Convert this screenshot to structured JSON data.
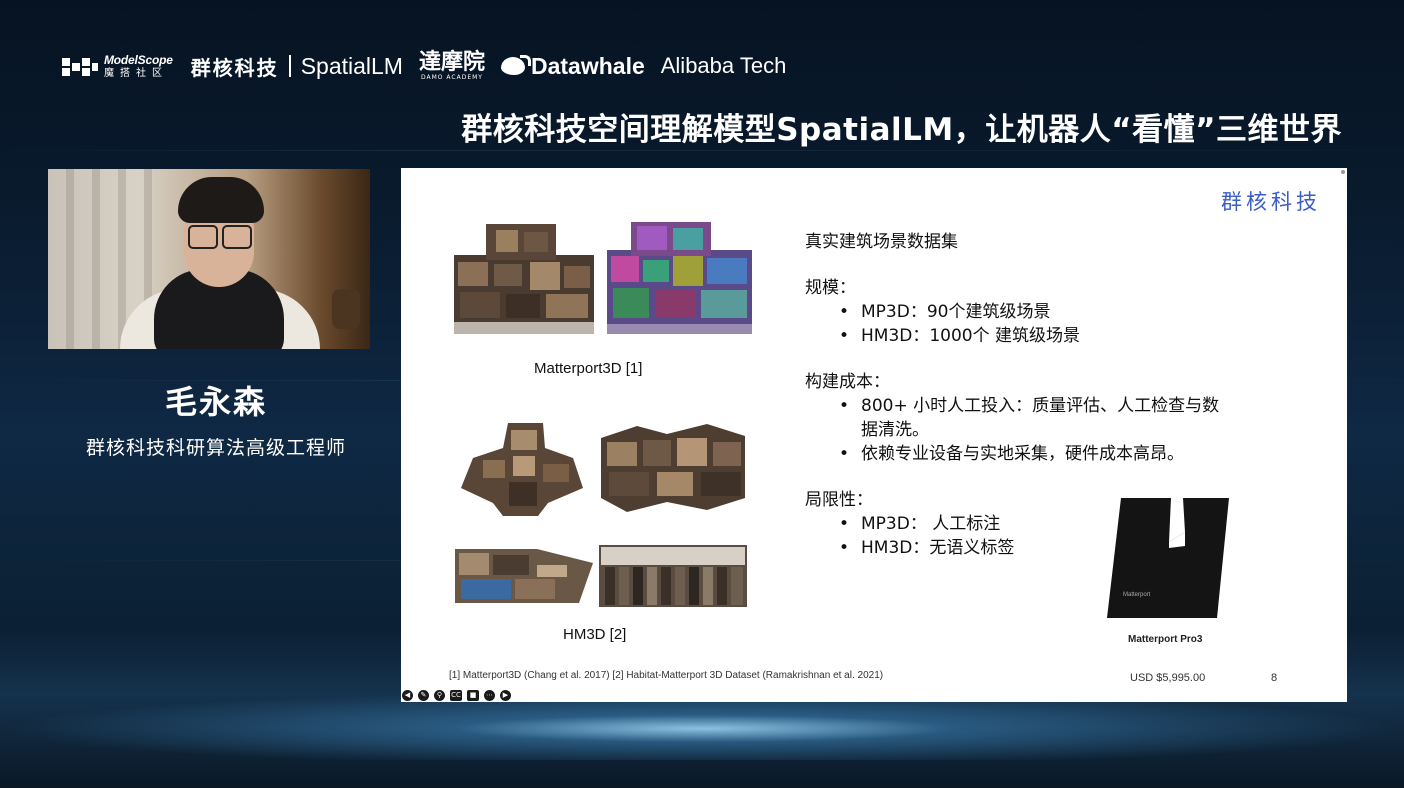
{
  "header": {
    "logos": {
      "modelscope_en": "ModelScope",
      "modelscope_zh": "魔搭社区",
      "qunhe": "群核科技",
      "spatiallm": "SpatialLM",
      "damo_zh": "達摩院",
      "damo_en": "DAMO ACADEMY",
      "datawhale": "Datawhale",
      "alibaba": "Alibaba Tech"
    },
    "title": "群核科技空间理解模型SpatialLM，让机器人“看懂”三维世界"
  },
  "speaker": {
    "name": "毛永森",
    "role": "群核科技科研算法高级工程师"
  },
  "slide": {
    "brand": "群核科技",
    "caption_mp3d": "Matterport3D [1]",
    "caption_hm3d": "HM3D [2]",
    "heading": "真实建筑场景数据集",
    "scale_label": "规模：",
    "scale_items": [
      "MP3D：90个建筑级场景",
      "HM3D：1000个 建筑级场景"
    ],
    "cost_label": "构建成本：",
    "cost_items": [
      "800+ 小时人工投入：质量评估、人工检查与数据清洗。",
      "依赖专业设备与实地采集，硬件成本高昂。"
    ],
    "limit_label": "局限性：",
    "limit_items": [
      "MP3D： 人工标注",
      "HM3D：无语义标签"
    ],
    "device_caption": "Matterport Pro3",
    "device_brand": "Matterport",
    "price": "USD $5,995.00",
    "page_number": "8",
    "footnote": "[1] Matterport3D (Chang et al. 2017) [2] Habitat-Matterport 3D Dataset (Ramakrishnan et al. 2021)"
  },
  "toolbar": {
    "icons": [
      "back-icon",
      "pen-icon",
      "zoom-icon",
      "captions-icon",
      "camera-icon",
      "more-icon",
      "forward-icon"
    ],
    "captions_label": "CC"
  }
}
